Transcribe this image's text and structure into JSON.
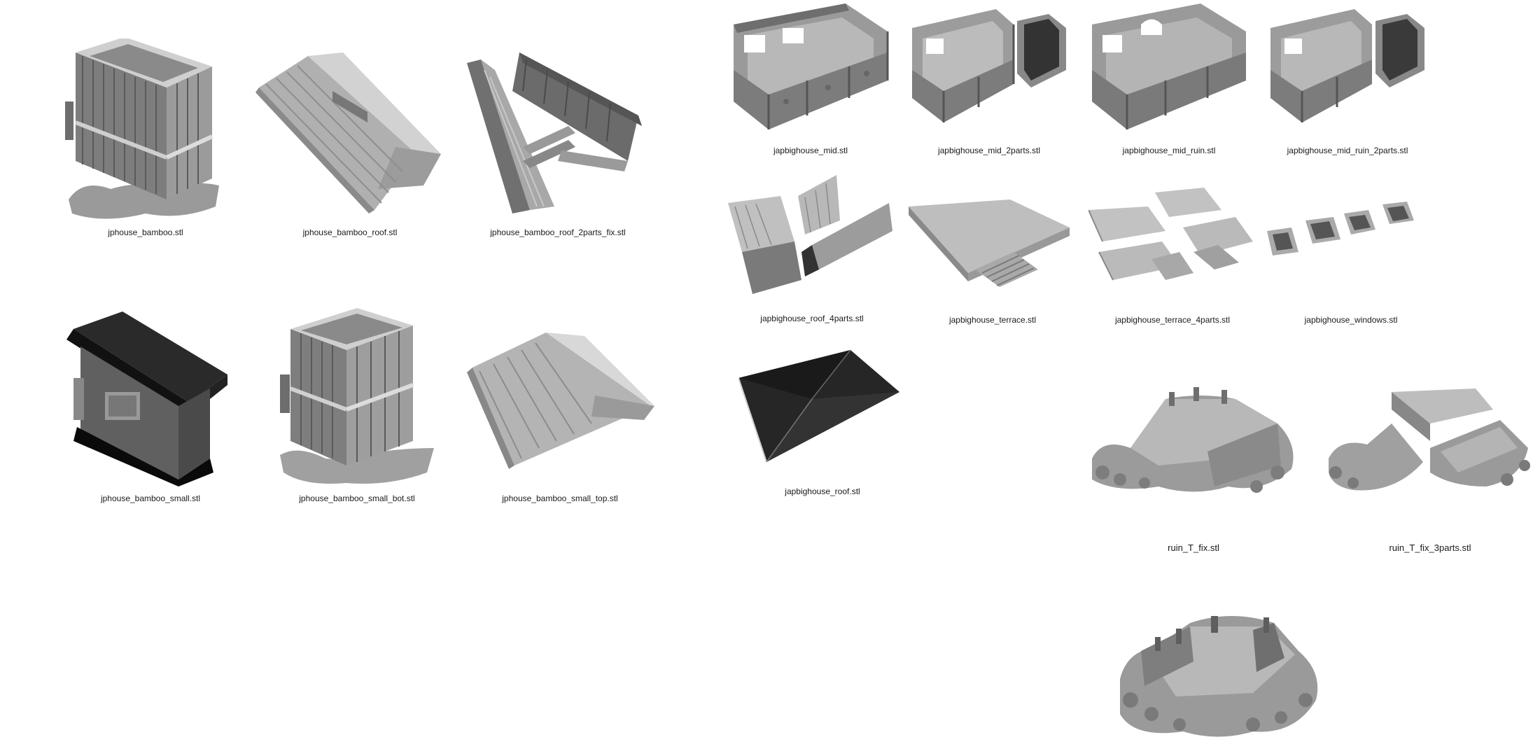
{
  "files": [
    {
      "key": "jphouse_bamboo",
      "label": "jphouse_bamboo.stl",
      "icon": "bamboo-house-model-icon"
    },
    {
      "key": "jphouse_bamboo_roof",
      "label": "jphouse_bamboo_roof.stl",
      "icon": "tiled-roof-model-icon"
    },
    {
      "key": "jphouse_bamboo_roof_2parts_fix",
      "label": "jphouse_bamboo_roof_2parts_fix.stl",
      "icon": "split-roof-model-icon"
    },
    {
      "key": "jphouse_bamboo_small",
      "label": "jphouse_bamboo_small.stl",
      "icon": "small-house-model-icon"
    },
    {
      "key": "jphouse_bamboo_small_bot",
      "label": "jphouse_bamboo_small_bot.stl",
      "icon": "house-base-model-icon"
    },
    {
      "key": "jphouse_bamboo_small_top",
      "label": "jphouse_bamboo_small_top.stl",
      "icon": "tiled-roof-model-icon"
    },
    {
      "key": "japbighouse_mid",
      "label": "japbighouse_mid.stl",
      "icon": "walls-model-icon"
    },
    {
      "key": "japbighouse_mid_2parts",
      "label": "japbighouse_mid_2parts.stl",
      "icon": "walls-2parts-model-icon"
    },
    {
      "key": "japbighouse_mid_ruin",
      "label": "japbighouse_mid_ruin.stl",
      "icon": "ruined-walls-model-icon"
    },
    {
      "key": "japbighouse_mid_ruin_2parts",
      "label": "japbighouse_mid_ruin_2parts.stl",
      "icon": "ruined-walls-2parts-model-icon"
    },
    {
      "key": "japbighouse_roof_4parts",
      "label": "japbighouse_roof_4parts.stl",
      "icon": "roof-4parts-model-icon"
    },
    {
      "key": "japbighouse_terrace",
      "label": "japbighouse_terrace.stl",
      "icon": "terrace-model-icon"
    },
    {
      "key": "japbighouse_terrace_4parts",
      "label": "japbighouse_terrace_4parts.stl",
      "icon": "terrace-4parts-model-icon"
    },
    {
      "key": "japbighouse_windows",
      "label": "japbighouse_windows.stl",
      "icon": "window-panels-model-icon"
    },
    {
      "key": "japbighouse_roof",
      "label": "japbighouse_roof.stl",
      "icon": "dark-roof-model-icon"
    },
    {
      "key": "ruin_T_fix",
      "label": "ruin_T_fix.stl",
      "icon": "ruin-model-icon"
    },
    {
      "key": "ruin_T_fix_3parts",
      "label": "ruin_T_fix_3parts.stl",
      "icon": "ruin-3parts-model-icon"
    },
    {
      "key": "ruin_extra",
      "label": "",
      "icon": "ruin-large-model-icon"
    }
  ]
}
